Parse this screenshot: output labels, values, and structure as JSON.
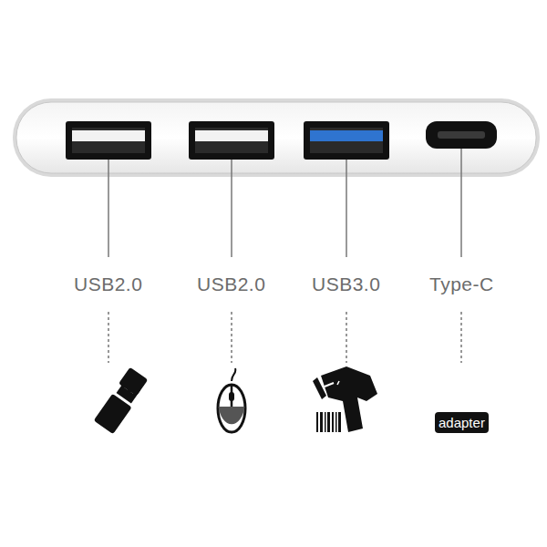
{
  "diagram": {
    "nodes": [
      {
        "text": [
          "adapter"
        ]
      }
    ],
    "edges": [],
    "labels": [
      "USB2.0",
      "USB2.0",
      "USB3.0",
      "Type-C"
    ]
  }
}
